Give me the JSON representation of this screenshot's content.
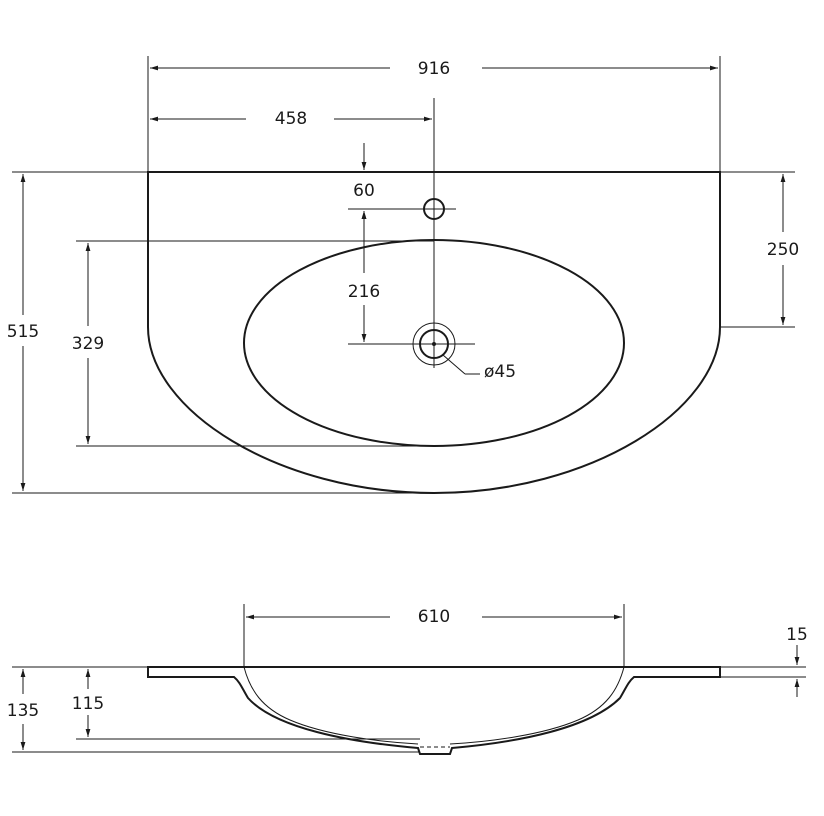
{
  "top_view": {
    "overall_width": "916",
    "half_width": "458",
    "tap_hole_offset": "60",
    "back_depth": "250",
    "bowl_offset": "216",
    "overall_depth": "515",
    "bowl_depth": "329",
    "drain_diameter": "ø45"
  },
  "side_view": {
    "bowl_width": "610",
    "rim_thickness": "15",
    "overall_height": "135",
    "bowl_height": "115"
  }
}
